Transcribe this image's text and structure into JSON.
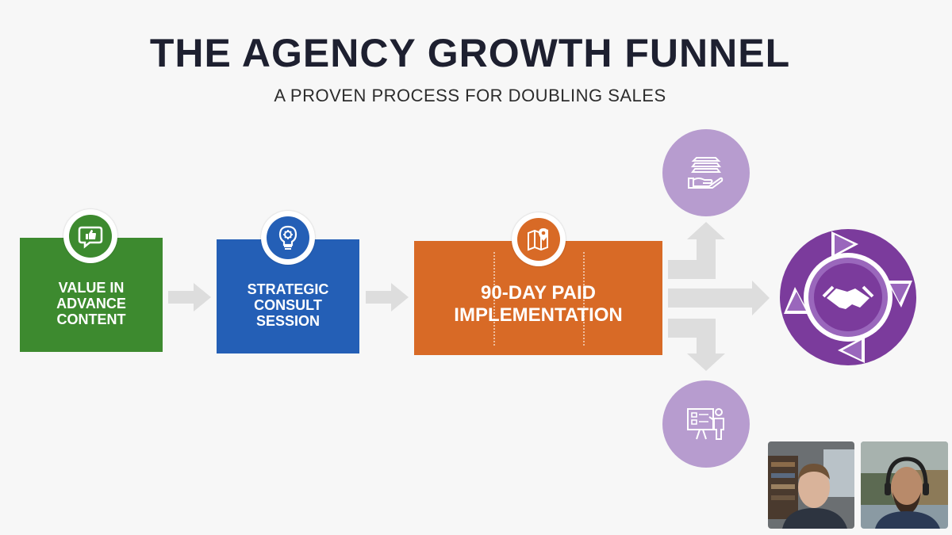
{
  "slide": {
    "title": "THE AGENCY GROWTH FUNNEL",
    "subtitle": "A PROVEN PROCESS FOR DOUBLING SALES"
  },
  "steps": [
    {
      "label": "VALUE IN\nADVANCE\nCONTENT",
      "color": "#3d8a2f",
      "icon": "chat-thumbs-up-icon"
    },
    {
      "label": "STRATEGIC\nCONSULT\nSESSION",
      "color": "#245fb6",
      "icon": "lightbulb-gear-icon"
    },
    {
      "label": "90-DAY PAID\nIMPLEMENTATION",
      "color": "#d86a26",
      "icon": "map-pin-icon"
    }
  ],
  "outcomes": [
    {
      "icon": "hand-stack-icon"
    },
    {
      "icon": "handshake-cycle-icon"
    },
    {
      "icon": "presentation-board-icon"
    }
  ],
  "colors": {
    "purple": "#7b3b9c",
    "light_purple": "#b79ccf",
    "arrow_gray": "#dddddd"
  },
  "video_participants": [
    {
      "name": "participant-1"
    },
    {
      "name": "participant-2"
    }
  ]
}
